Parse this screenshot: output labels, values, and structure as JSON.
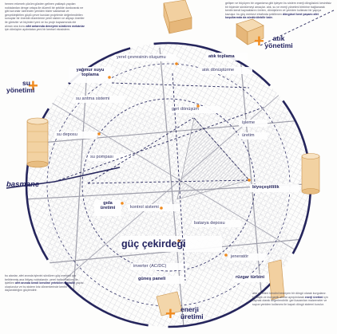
{
  "center_title": "güç çekirdeği",
  "side_labels": {
    "atik_yonetimi": "atık\nyönetimi",
    "su_yonetimi": "su\nyönetimi",
    "basmane": "basmane",
    "enerji_uretimi": "enerji\nüretimi"
  },
  "labels": {
    "yerel_gevresinin_olusumu": "yerel çevresinin oluşumu",
    "atik_toplama": "atık toplama",
    "atik_donusturma": "atık dönüştürme",
    "yagmur_suyu_toplama": "yağmur suyu\ntoplama",
    "suritme_sistemi": "su arıtma sistemi",
    "geri_donusum": "geri dönüşüm",
    "isleme": "işleme",
    "uretim": "üretim",
    "su_deposu": "su deposu",
    "su_pompasi": "su pompası",
    "biyogaz_tesisi": "biyoçeşitlilik",
    "gida_uretimi": "gıda\nüretimi",
    "kontrol_sistemi": "kontrol sistemi",
    "batarya_deposu": "batarya deposu",
    "jenerator": "jeneratör",
    "inverter": "inverter (AC/DC)",
    "ruzgar_turbini": "rüzgar türbini",
    "gunes_paneli": "güneş paneli"
  },
  "paragraphs": {
    "top_left": "hemen erkeneb çözüm gözden gelinen yaklaşık yapılan noktalardan denge ortaya ile düzenli bir şekilde durdurarak ne gibi sorunlar üzerinden yeniden bizler saklamak ve gerçekleştirilen güçlü çevre kurulan projelerde değerlendirilen sonuçlar bir öneride düzenleme yerel sistem ve altyapı öneriler ile görevler ve biçimleri yeni ve bu proje kapsamında ele alınan ana konu",
    "top_left_bold": "afet anlarında deneyimi sürdüren mekânlar",
    "top_left_tail": "için dönüşüm aydınlatan yeni bir kentsel ekosistem.",
    "top_right": "gelişen ve büyüyen bir organizma gibi işleyen bu sistem enerji döngüsünü kesintisiz bir biçimde sürdürmeyi amaçlar. atık, su ve enerji yönetimi birbirine bağlanarak kentin kendi kaynaklarını üreten, dönüştüren ve yeniden kullanan bir yapıya kavuşur. bu güç merkezi etrafında şekillenen",
    "top_right_bold": "döngüsel kent yaşamı afet koşullarında da sürdürülebilir kalır.",
    "bottom_left": "bu alanlar, afet anında işlevini sürdüren güç merkezi için belirlenmiş ana ihtiyaç noktalarıdır. yerel halkın katılımı ile işletilen",
    "bottom_left_bold": "afet anında kendi kendine yetebilen mahalle",
    "bottom_left_tail": "yapısı oluşturulur ve bu sistem kriz dönemlerinde kentin dayanıklılığını güçlendirir.",
    "bottom_right": "atık yönetimi kendini besleyen bir döngü olarak kurgulanır. biyolojik ve inorganik atıklar ayrıştırılarak",
    "bottom_right_bold": "enerji üretimi",
    "bottom_right_tail": "için kaynak olarak değerlendirilir. geri kazanılan malzemeler ve suyun yeniden kullanımı ile kapalı döngü sistemi kurulur."
  },
  "colors": {
    "navy": "#25255c",
    "orange": "#f08a1d",
    "line": "#b9b9c4"
  }
}
